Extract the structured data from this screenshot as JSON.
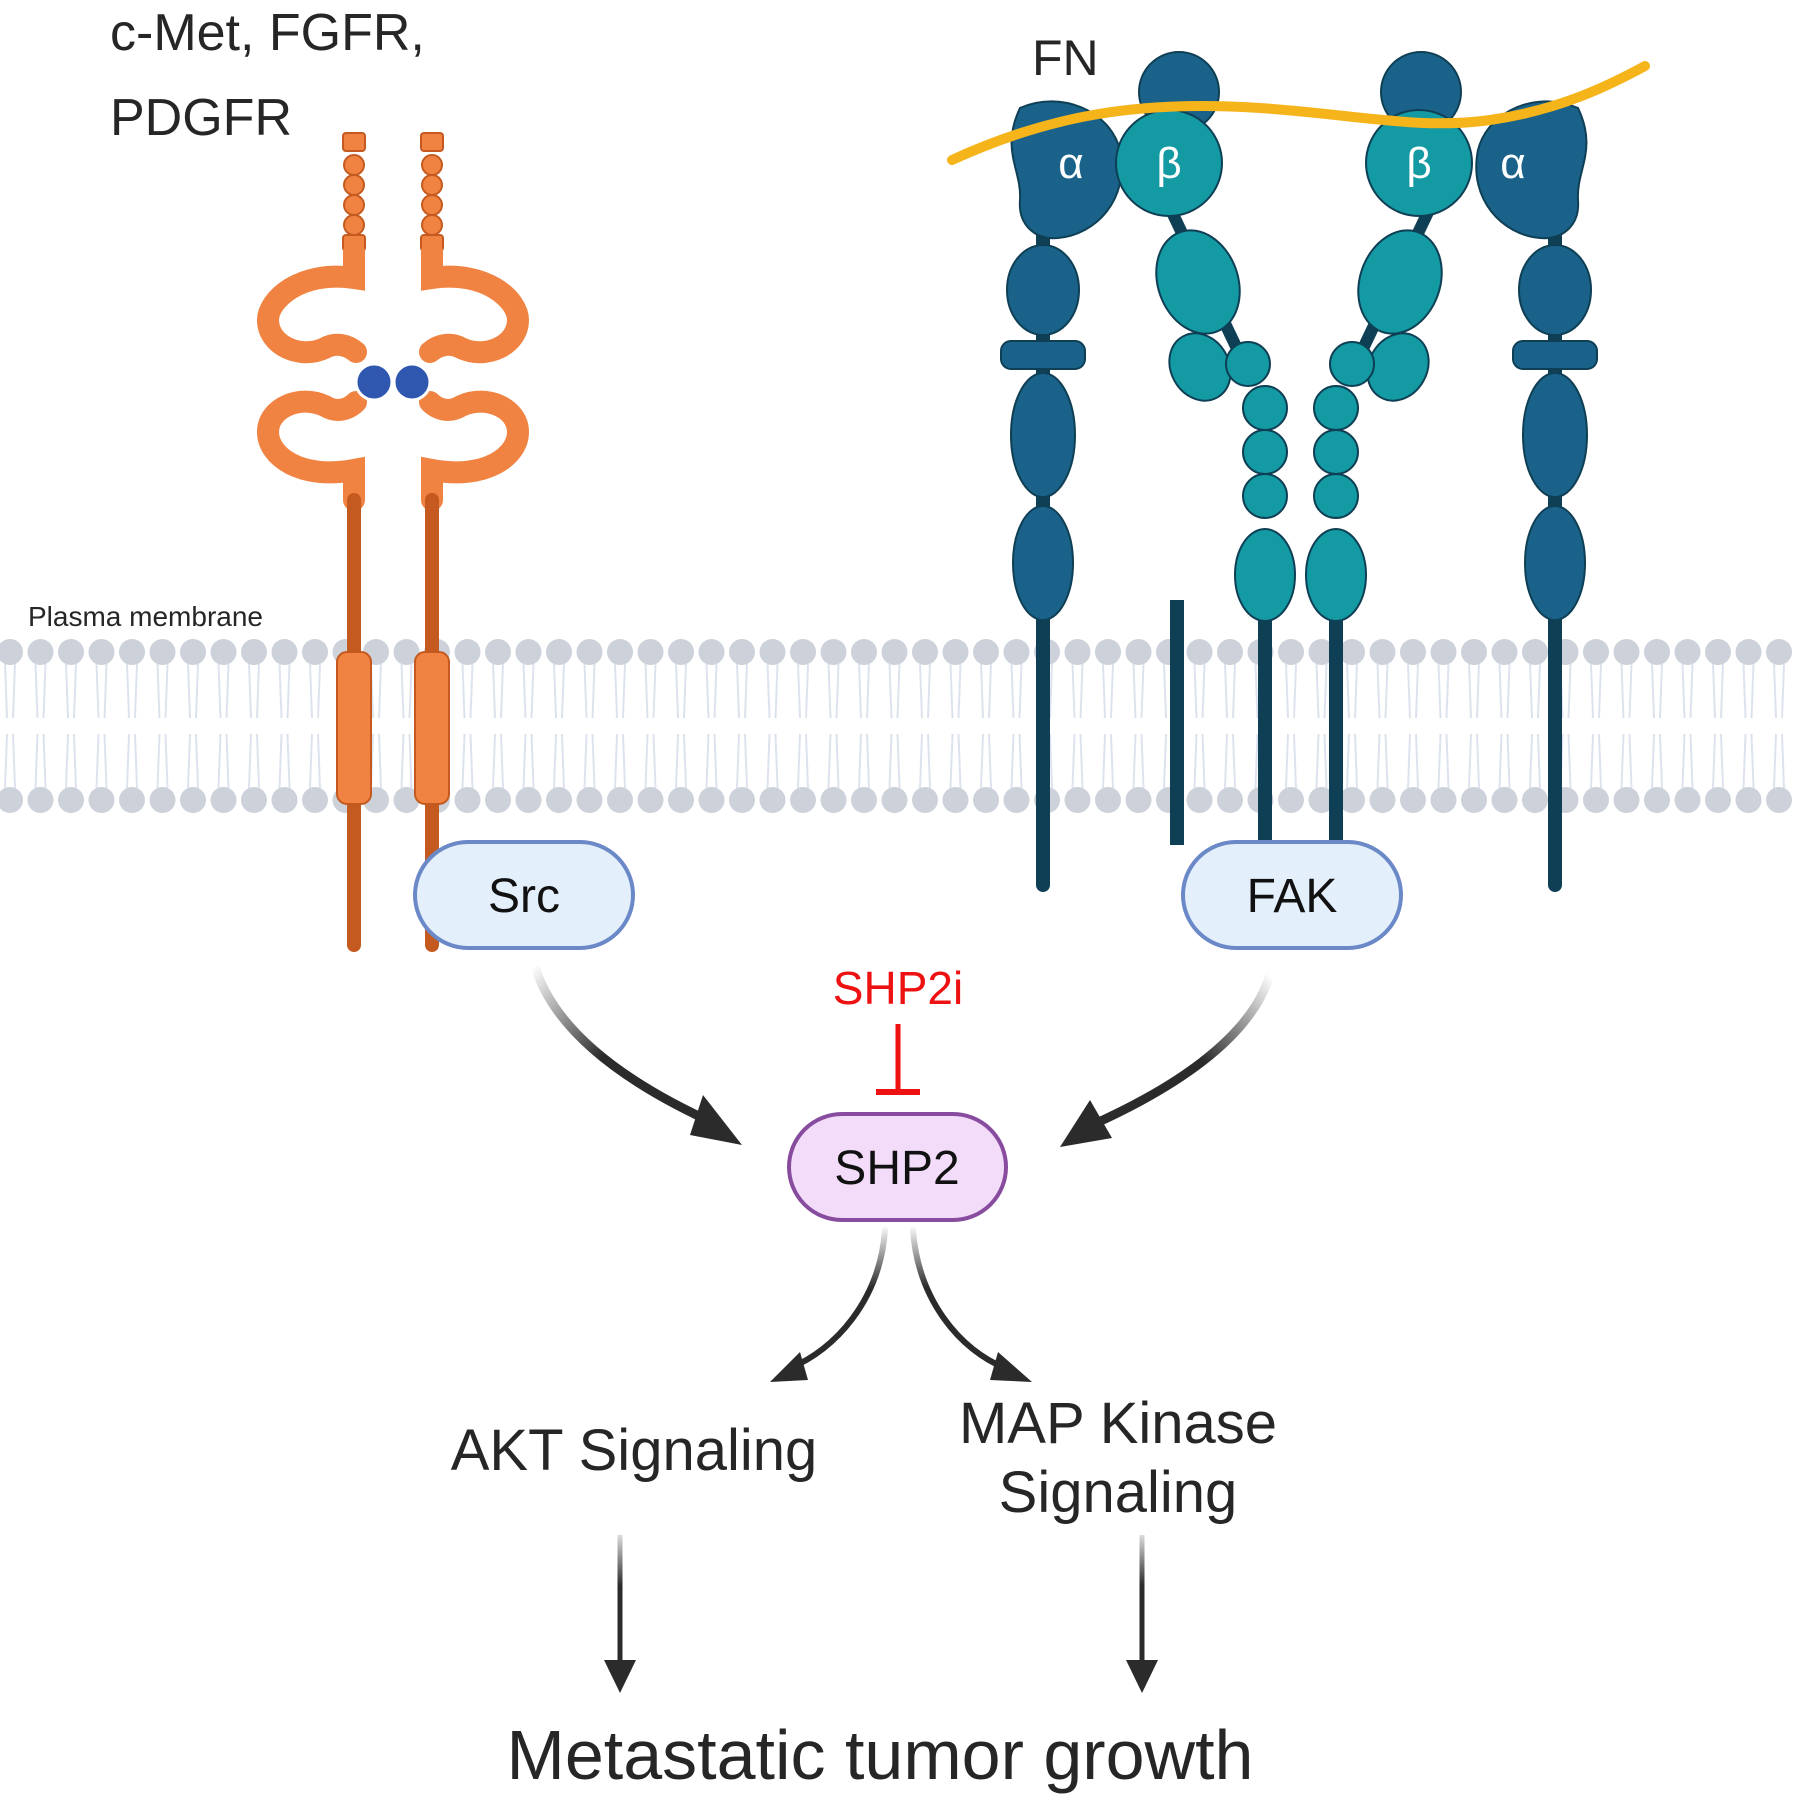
{
  "labels": {
    "rtk_line1": "c-Met, FGFR,",
    "rtk_line2": "PDGFR",
    "fn": "FN",
    "alpha": "α",
    "beta": "β",
    "membrane": "Plasma membrane",
    "src": "Src",
    "fak": "FAK",
    "inhibitor": "SHP2i",
    "shp2": "SHP2",
    "akt": "AKT Signaling",
    "mapk_line1": "MAP Kinase",
    "mapk_line2": "Signaling",
    "outcome": "Metastatic tumor growth"
  },
  "colors": {
    "rtk": "#f08342",
    "rtk_dark": "#c45a1f",
    "dimer_dot": "#2f57b0",
    "integrin_alpha": "#1a6289",
    "integrin_beta": "#139aa3",
    "integrin_stalk": "#0f3f55",
    "fibronectin": "#f5b41a",
    "membrane_head": "#ccd1da",
    "kinase_fill": "#e4effc",
    "kinase_stroke": "#6b89c7",
    "shp2_fill": "#f3dcf9",
    "shp2_stroke": "#874c9e",
    "inhibitor": "#ee1111",
    "arrow": "#2b2b2b"
  }
}
